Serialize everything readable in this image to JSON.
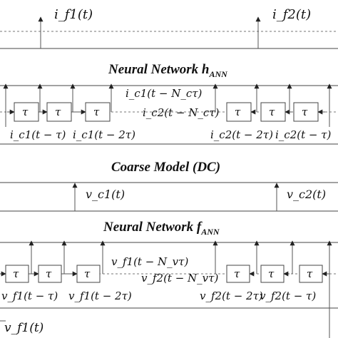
{
  "top": {
    "if1": "i_f1(t)",
    "if2": "i_f2(t)"
  },
  "hnet": {
    "title": "Neural Network h",
    "title_sub": "ANN",
    "delay": "τ",
    "ic1_Nc": "i_c1(t − N_cτ)",
    "ic2_Nc": "i_c2(t − N_cτ)",
    "ic1_1": "i_c1(t − τ)",
    "ic1_2": "i_c1(t − 2τ)",
    "ic2_2": "i_c2(t − 2τ)",
    "ic2_1": "i_c2(t − τ)"
  },
  "coarse": {
    "title": "Coarse Model (DC)",
    "vc1": "v_c1(t)",
    "vc2": "v_c2(t)"
  },
  "fnet": {
    "title": "Neural Network f",
    "title_sub": "ANN",
    "delay": "τ",
    "vf1_Nv": "v_f1(t − N_vτ)",
    "vf2_Nv": "v_f2(t − N_vτ)",
    "vf1_1": "v_f1(t − τ)",
    "vf1_2": "v_f1(t − 2τ)",
    "vf2_2": "v_f2(t − 2τ)",
    "vf2_1": "v_f2(t − τ)",
    "vf1": "v_f1(t)"
  }
}
